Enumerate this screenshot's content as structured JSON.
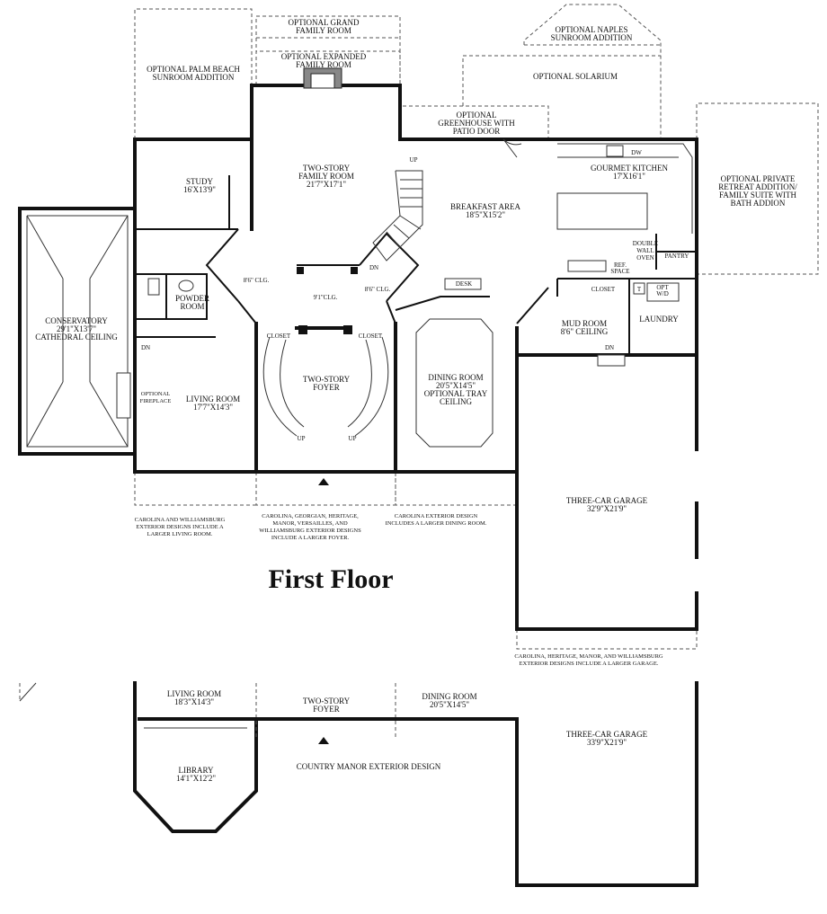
{
  "title": "First Floor",
  "rooms": {
    "optional_grand_family_room": [
      "OPTIONAL GRAND",
      "FAMILY ROOM"
    ],
    "optional_expanded_family_room": [
      "OPTIONAL EXPANDED",
      "FAMILY ROOM"
    ],
    "optional_naples_sunroom": [
      "OPTIONAL NAPLES",
      "SUNROOM ADDITION"
    ],
    "optional_palm_beach_sunroom": [
      "OPTIONAL PALM BEACH",
      "SUNROOM ADDITION"
    ],
    "optional_solarium": [
      "OPTIONAL SOLARIUM"
    ],
    "optional_greenhouse": [
      "OPTIONAL",
      "GREENHOUSE WITH",
      "PATIO DOOR"
    ],
    "optional_private_retreat": [
      "OPTIONAL PRIVATE",
      "RETREAT ADDITION/",
      "FAMILY SUITE WITH",
      "BATH ADDION"
    ],
    "study": [
      "STUDY",
      "16'X13'9\""
    ],
    "family_room": [
      "TWO-STORY",
      "FAMILY ROOM",
      "21'7\"X17'1\""
    ],
    "gourmet_kitchen": [
      "GOURMET KITCHEN",
      "17'X16'1\""
    ],
    "breakfast_area": [
      "BREAKFAST AREA",
      "18'5\"X15'2\""
    ],
    "conservatory": [
      "CONSERVATORY",
      "29'1\"X13'7\"",
      "CATHEDRAL CEILING"
    ],
    "powder_room": [
      "POWDER",
      "ROOM"
    ],
    "living_room": [
      "LIVING ROOM",
      "17'7\"X14'3\""
    ],
    "foyer": [
      "TWO-STORY",
      "FOYER"
    ],
    "dining_room": [
      "DINING ROOM",
      "20'5\"X14'5\"",
      "OPTIONAL TRAY",
      "CEILING"
    ],
    "mud_room": [
      "MUD ROOM",
      "8'6\" CEILING"
    ],
    "laundry": [
      "LAUNDRY"
    ],
    "three_car_garage": [
      "THREE-CAR GARAGE",
      "32'9\"X21'9\""
    ],
    "optional_fireplace": [
      "OPTIONAL",
      "FIREPLACE"
    ]
  },
  "labels": {
    "clg_left": "8'6\" CLG.",
    "clg_center": "9'1\"CLG.",
    "clg_right": "8'6\" CLG.",
    "closet1": "CLOSET",
    "closet2": "CLOSET",
    "closet3": "CLOSET",
    "desk": "DESK",
    "double_wall_oven": [
      "DOUBLE",
      "WALL",
      "OVEN"
    ],
    "ref_space": [
      "REF.",
      "SPACE"
    ],
    "pantry": "PANTRY",
    "opt_wd": [
      "OPT",
      "W/D"
    ],
    "dw": "DW",
    "t": "T",
    "up": "UP",
    "dn": "DN"
  },
  "notes": {
    "living_note": [
      "CAROLINA AND WILLIAMSBURG",
      "EXTERIOR DESIGNS INCLUDE A",
      "LARGER LIVING ROOM."
    ],
    "foyer_note": [
      "CAROLINA, GEORGIAN, HERITAGE,",
      "MANOR, VERSAILLES, AND",
      "WILLIAMSBURG EXTERIOR DESIGNS",
      "INCLUDE A LARGER FOYER."
    ],
    "dining_note": [
      "CAROLINA EXTERIOR DESIGN",
      "INCLUDES A LARGER DINING ROOM."
    ],
    "garage_note": [
      "CAROLINA, HERITAGE, MANOR, AND WILLIAMSBURG",
      "EXTERIOR DESIGNS INCLUDE A LARGER GARAGE."
    ]
  },
  "alt_plan": {
    "living_room": [
      "LIVING ROOM",
      "18'3\"X14'3\""
    ],
    "foyer": [
      "TWO-STORY",
      "FOYER"
    ],
    "dining_room": [
      "DINING ROOM",
      "20'5\"X14'5\""
    ],
    "library": [
      "LIBRARY",
      "14'1\"X12'2\""
    ],
    "three_car_garage": [
      "THREE-CAR GARAGE",
      "33'9\"X21'9\""
    ],
    "caption": "COUNTRY MANOR EXTERIOR DESIGN"
  }
}
